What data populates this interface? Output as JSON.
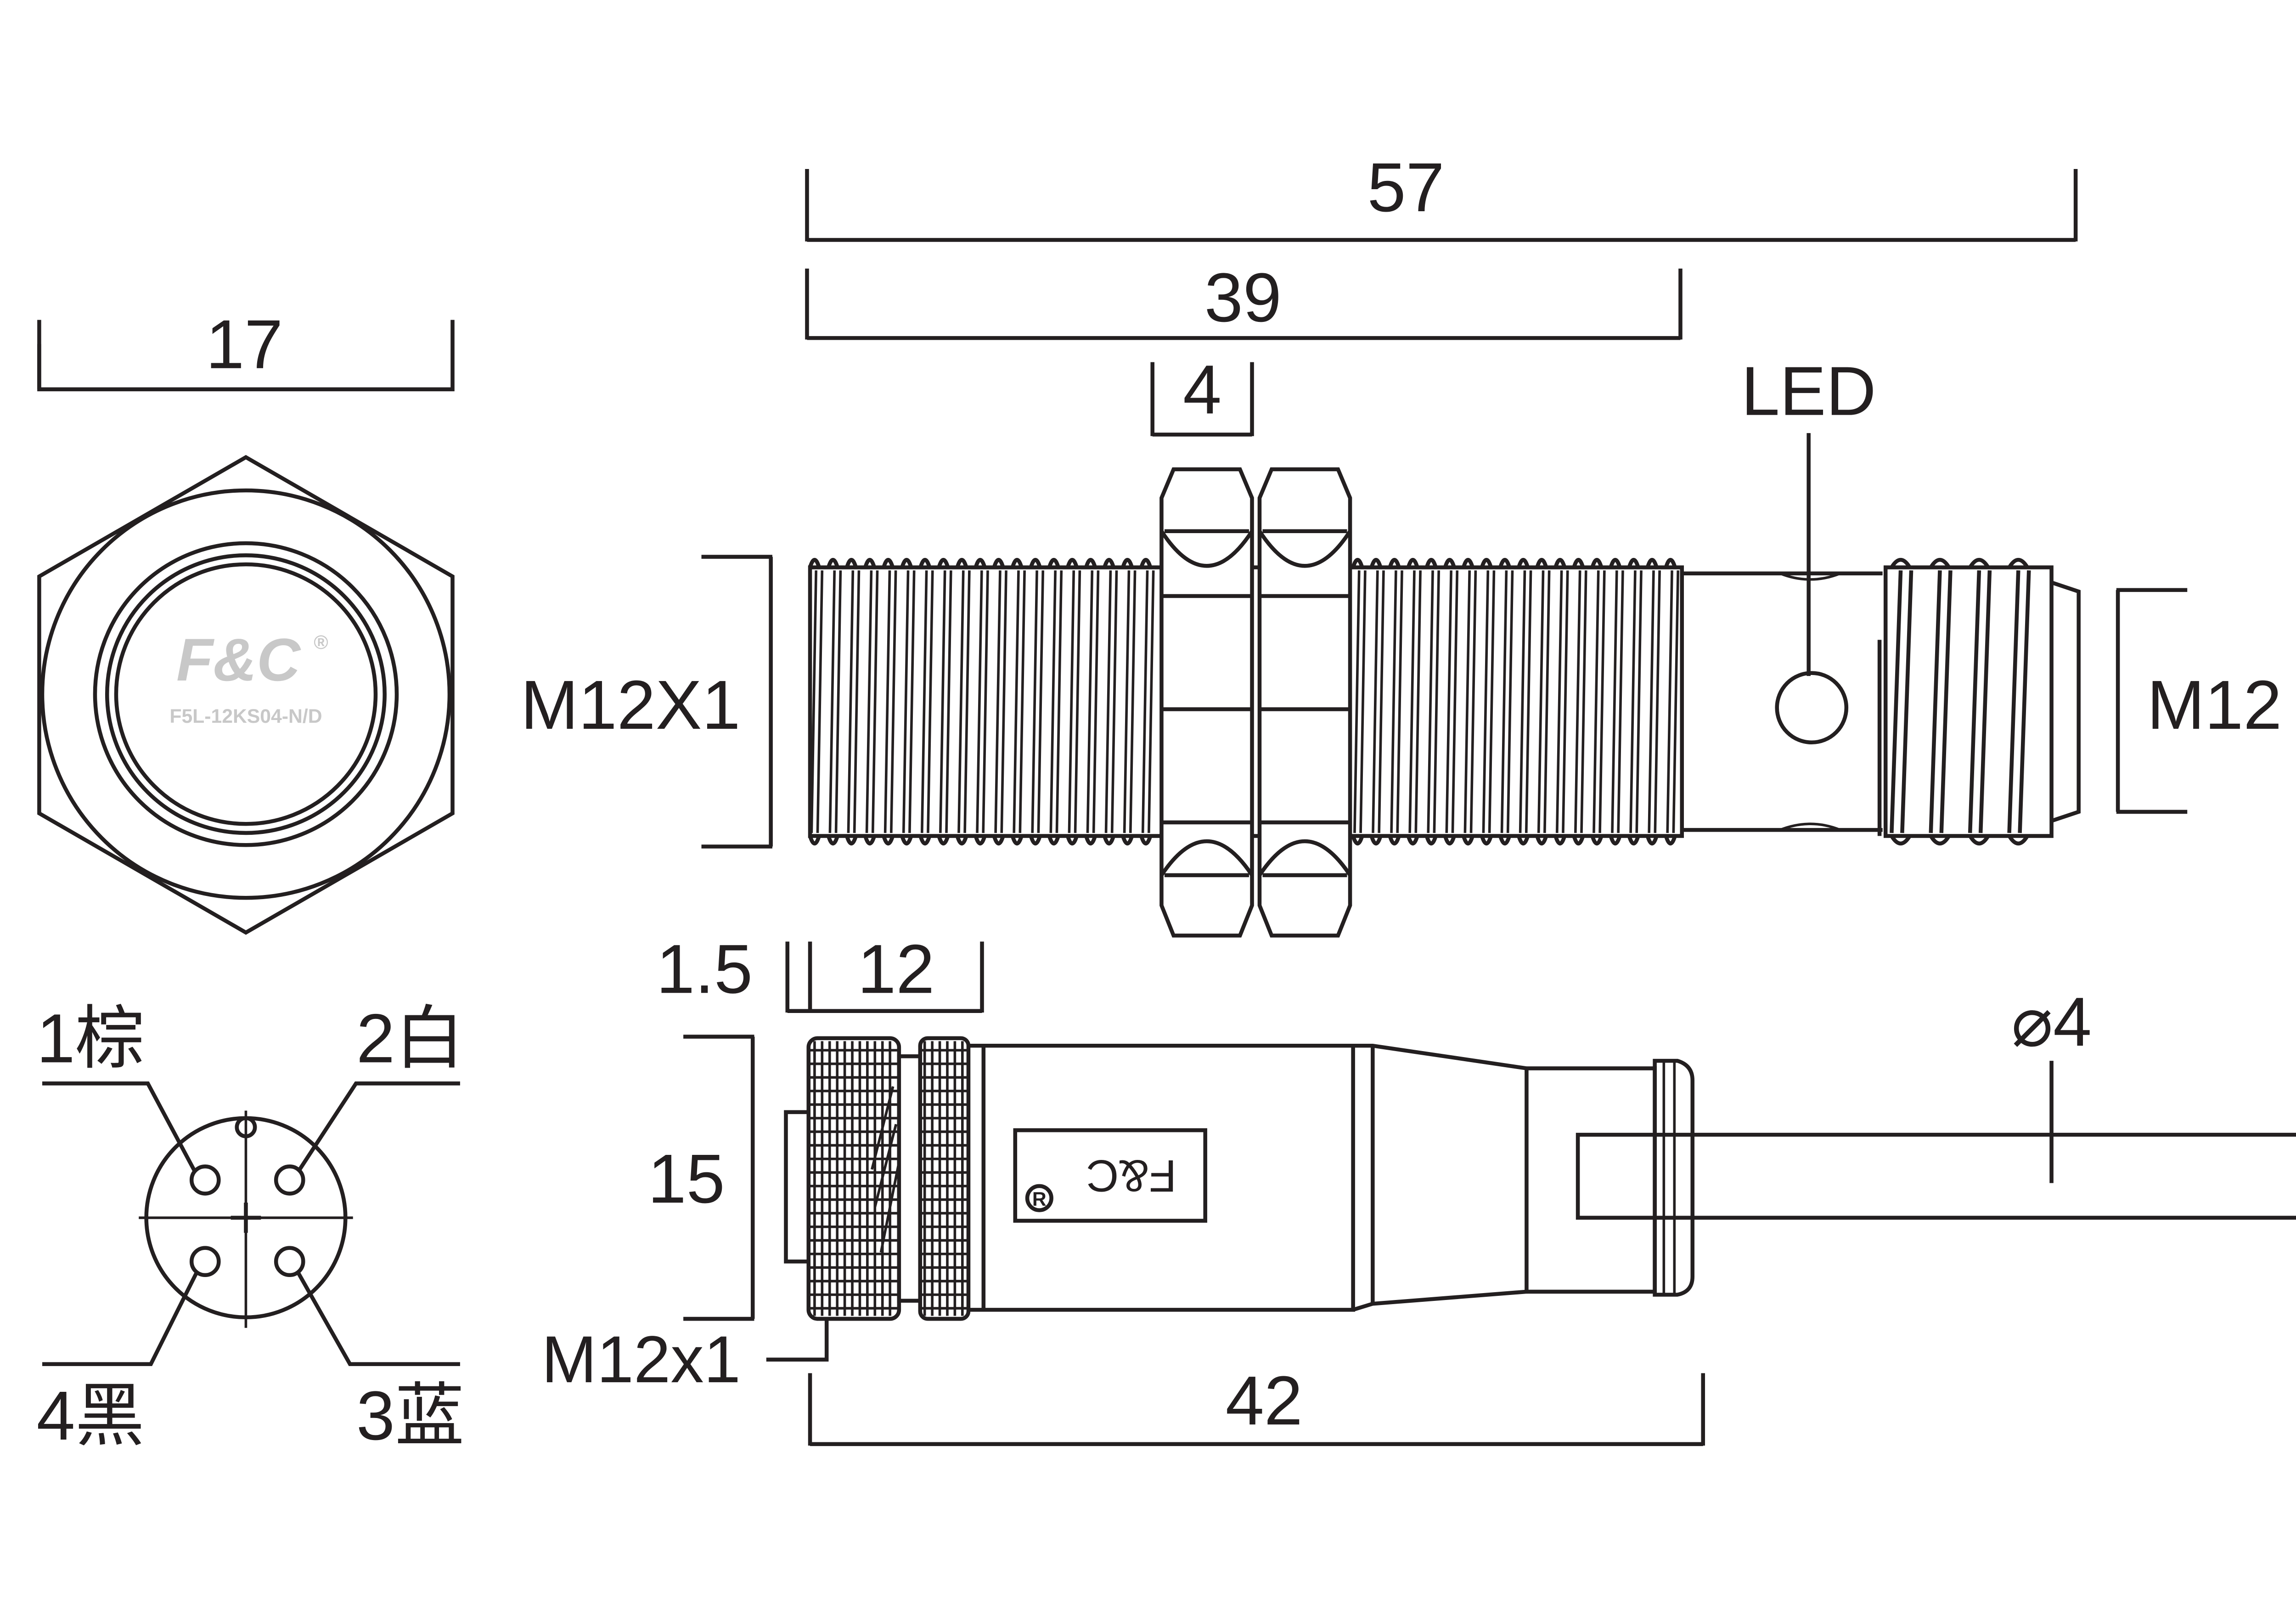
{
  "end_view": {
    "width_dim": "17",
    "logo": "F&C",
    "model": "F5L-12KS04-N/D"
  },
  "sensor": {
    "length_total": "57",
    "length_thread": "39",
    "nut_width": "4",
    "led_label": "LED",
    "body_thread": "M12X1",
    "connector_thread": "M12"
  },
  "pinout": {
    "pin1": "1棕",
    "pin2": "2白",
    "pin3": "3蓝",
    "pin4": "4黑"
  },
  "cable_connector": {
    "offset_dim": "1.5",
    "nut_length": "12",
    "diameter_dim": "15",
    "thread_label": "M12x1",
    "length": "42",
    "cable_diameter": "⌀4",
    "logo": "F&C"
  }
}
